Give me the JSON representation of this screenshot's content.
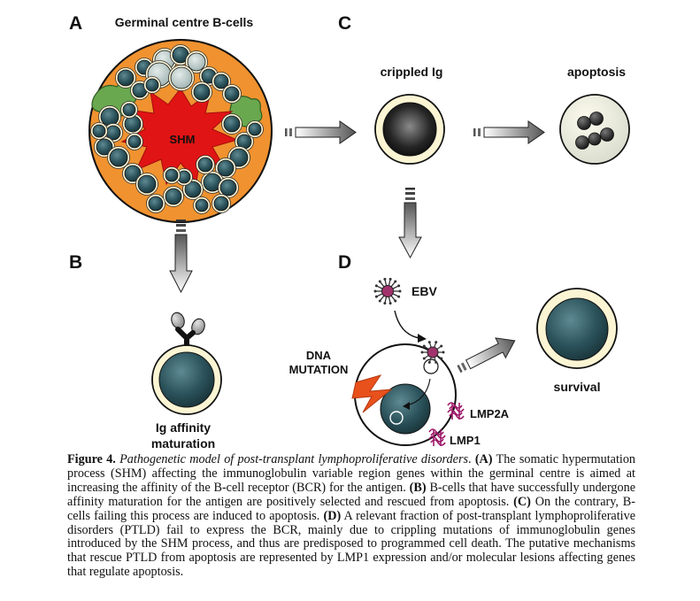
{
  "panels": {
    "a": {
      "letter": "A",
      "title": "Germinal centre B-cells",
      "center_label": "SHM"
    },
    "b": {
      "letter": "B",
      "label_line1": "Ig affinity",
      "label_line2": "maturation"
    },
    "c": {
      "letter": "C",
      "crippled_label": "crippled Ig",
      "apoptosis_label": "apoptosis"
    },
    "d": {
      "letter": "D",
      "ebv_label": "EBV",
      "dna_line1": "DNA",
      "dna_line2": "MUTATION",
      "lmp2a_label": "LMP2A",
      "lmp1_label": "LMP1",
      "survival_label": "survival"
    }
  },
  "colors": {
    "germinal_orange": "#f0922f",
    "shm_red": "#e01414",
    "fdc_green": "#6aa84f",
    "cell_teal": "#234a52",
    "cytoplasm_cream": "#fbf5d4",
    "ebv_purple": "#a0336b",
    "lmp_magenta": "#a01a6a",
    "lightning": "#e8501c"
  },
  "caption": {
    "fig_label": "Figure 4.",
    "fig_title": "Pathogenetic model of post-transplant lymphoproliferative disorders",
    "a_marker": "(A)",
    "a_text": "The somatic hypermutation process (SHM) affecting the immunoglobulin variable region genes within the germinal centre is aimed at increasing the affinity of the B-cell receptor (BCR) for the antigen.",
    "b_marker": "(B)",
    "b_text": "B-cells that have successfully undergone affinity maturation for the antigen are positively selected and rescued from apoptosis.",
    "c_marker": "(C)",
    "c_text": "On the contrary, B-cells failing this process are induced to apoptosis.",
    "d_marker": "(D)",
    "d_text": "A relevant fraction of post-transplant lymphoproliferative disorders (PTLD) fail to express the BCR, mainly due to crippling mutations of immunoglobulin genes introduced by the SHM process, and thus are predisposed to programmed cell death. The putative mechanisms that rescue PTLD from apoptosis are represented by LMP1 expression and/or molecular lesions affecting genes that regulate apoptosis."
  }
}
